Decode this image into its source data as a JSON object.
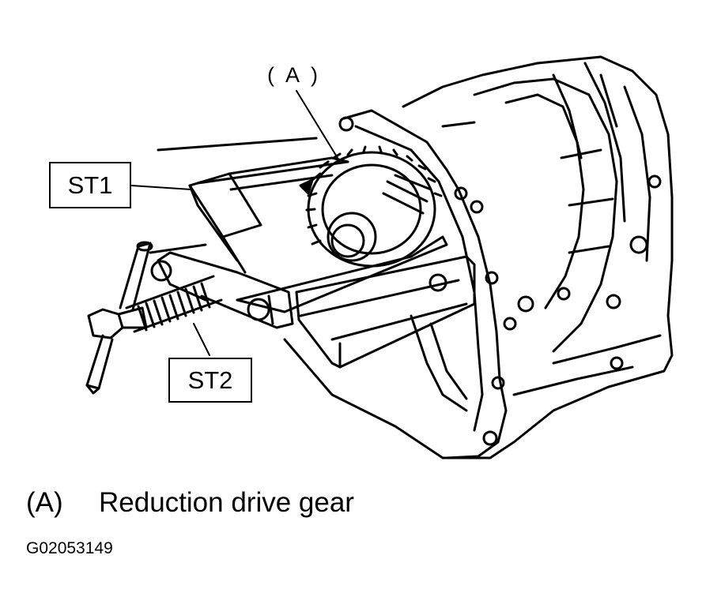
{
  "callouts": {
    "a": "( A )",
    "st1": "ST1",
    "st2": "ST2"
  },
  "legend": {
    "key": "(A)",
    "description": "Reduction drive gear"
  },
  "figure_id": "G02053149"
}
